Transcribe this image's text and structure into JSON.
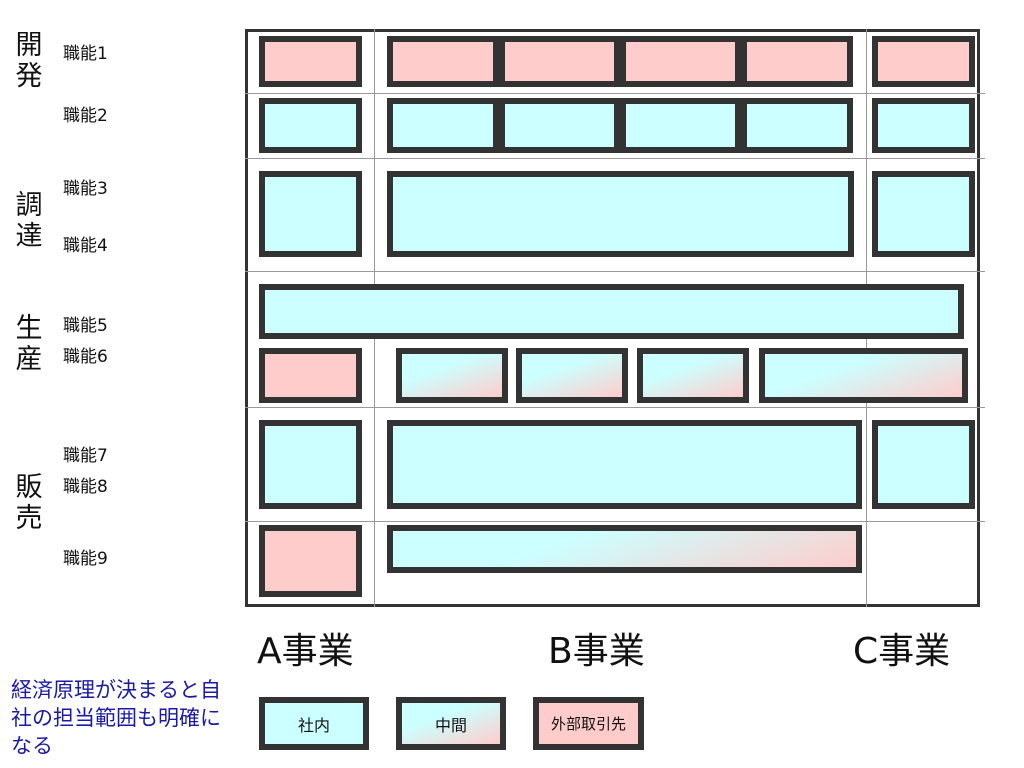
{
  "categories": [
    {
      "label": "開発"
    },
    {
      "label": "調達"
    },
    {
      "label": "生産"
    },
    {
      "label": "販売"
    }
  ],
  "functions": [
    "職能1",
    "職能2",
    "職能3",
    "職能4",
    "職能5",
    "職能6",
    "職能7",
    "職能8",
    "職能9"
  ],
  "businesses": [
    "A事業",
    "B事業",
    "C事業"
  ],
  "note": "経済原理が決まると自社の担当範囲も明確になる",
  "legend": [
    {
      "label": "社内",
      "type": "internal"
    },
    {
      "label": "中間",
      "type": "intermediate"
    },
    {
      "label": "外部取引先",
      "type": "external"
    }
  ],
  "colors": {
    "internal": "#ccffff",
    "external": "#ffcccc",
    "border": "#333333",
    "note": "#1a1aa6"
  }
}
